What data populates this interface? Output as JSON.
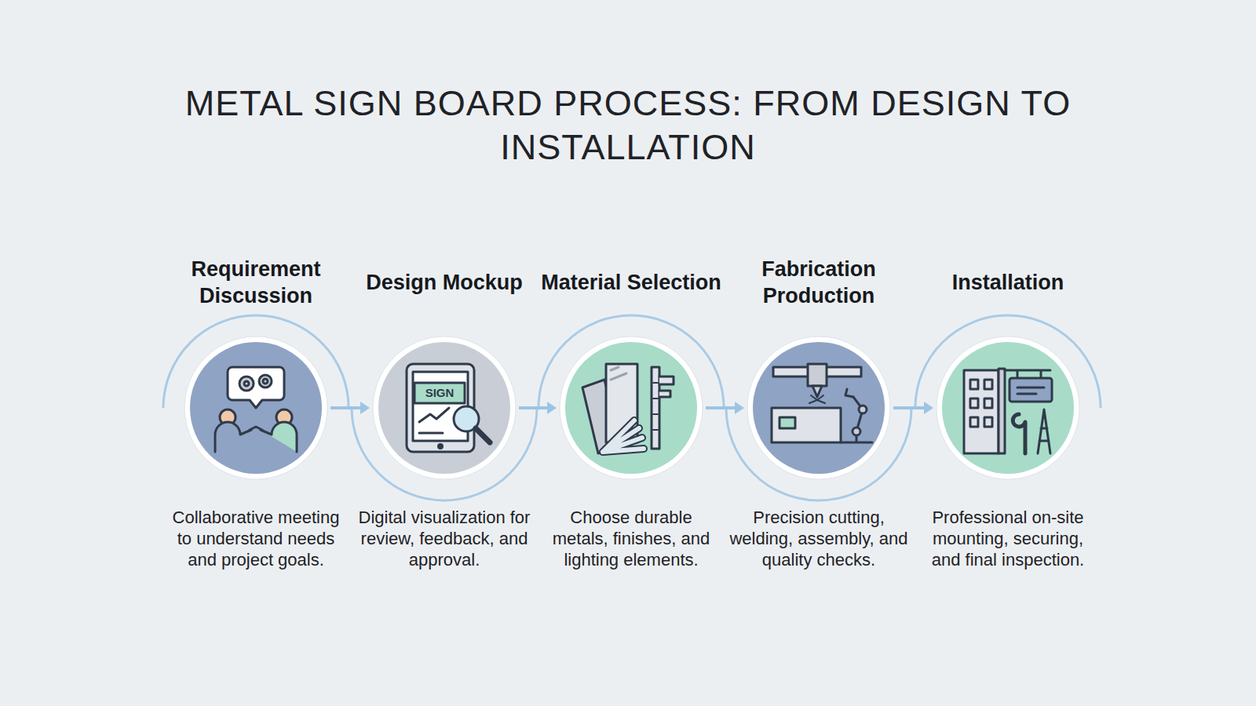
{
  "diagram": {
    "title": "METAL SIGN BOARD PROCESS: FROM DESIGN TO INSTALLATION",
    "nodes": [
      {
        "text": [
          "Requirement Discussion",
          "Collaborative meeting to understand needs and project goals."
        ]
      },
      {
        "text": [
          "Design Mockup",
          "Digital visualization for review, feedback, and approval."
        ]
      },
      {
        "text": [
          "Material Selection",
          "Choose durable metals, finishes, and lighting elements."
        ]
      },
      {
        "text": [
          "Fabrication Production",
          "Precision cutting, welding, assembly, and quality checks."
        ]
      },
      {
        "text": [
          "Installation",
          "Professional on-site mounting, securing, and final inspection."
        ]
      }
    ],
    "edges": [
      {
        "from": 0,
        "to": 1,
        "arrow": "to"
      },
      {
        "from": 1,
        "to": 2,
        "arrow": "to"
      },
      {
        "from": 2,
        "to": 3,
        "arrow": "to"
      },
      {
        "from": 3,
        "to": 4,
        "arrow": "to"
      }
    ],
    "labels": [
      "SIGN"
    ]
  }
}
